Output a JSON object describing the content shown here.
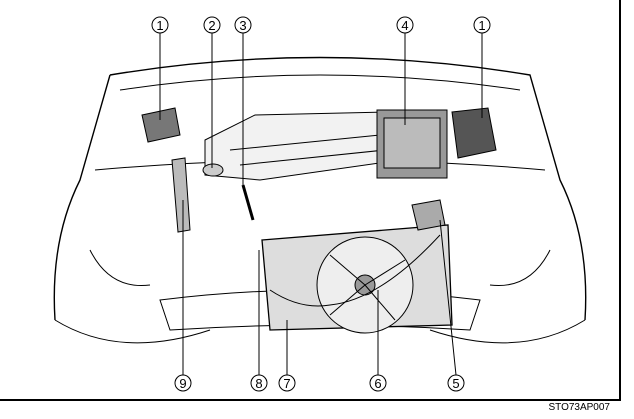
{
  "figure_code": "STO73AP007",
  "callouts": {
    "top": [
      "1",
      "2",
      "3",
      "4",
      "1"
    ],
    "bottom": [
      "9",
      "8",
      "7",
      "6",
      "5"
    ]
  }
}
